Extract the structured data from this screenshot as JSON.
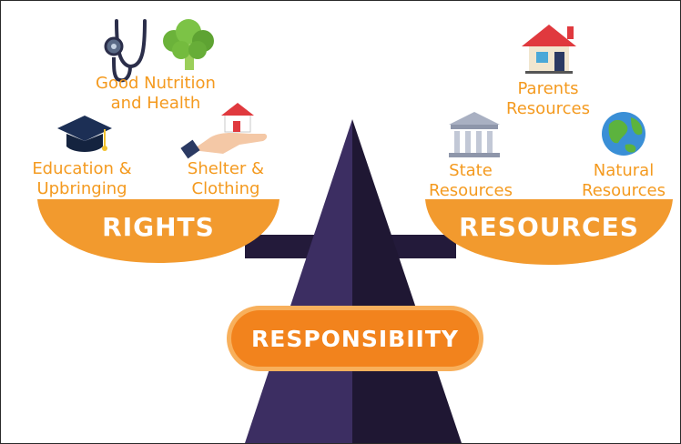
{
  "rights": {
    "title": "RIGHTS",
    "items": [
      {
        "label_line1": "Good Nutrition",
        "label_line2": "and Health",
        "icons": [
          "stethoscope-icon",
          "broccoli-icon"
        ]
      },
      {
        "label_line1": "Education &",
        "label_line2": "Upbringing",
        "icons": [
          "graduation-cap-icon"
        ]
      },
      {
        "label_line1": "Shelter &",
        "label_line2": "Clothing",
        "icons": [
          "hand-house-icon"
        ]
      }
    ]
  },
  "resources": {
    "title": "RESOURCES",
    "items": [
      {
        "label_line1": "Parents",
        "label_line2": "Resources",
        "icons": [
          "house-icon"
        ]
      },
      {
        "label_line1": "State",
        "label_line2": "Resources",
        "icons": [
          "government-building-icon"
        ]
      },
      {
        "label_line1": "Natural",
        "label_line2": "Resources",
        "icons": [
          "globe-icon"
        ]
      }
    ]
  },
  "center": {
    "label": "RESPONSIBIITY"
  },
  "colors": {
    "orange": "#f49a1f",
    "pan_orange": "#f29a2e",
    "dark_purple": "#231a3a",
    "light_purple": "#3c2e62",
    "red": "#e0393e",
    "green": "#6bb23a"
  }
}
